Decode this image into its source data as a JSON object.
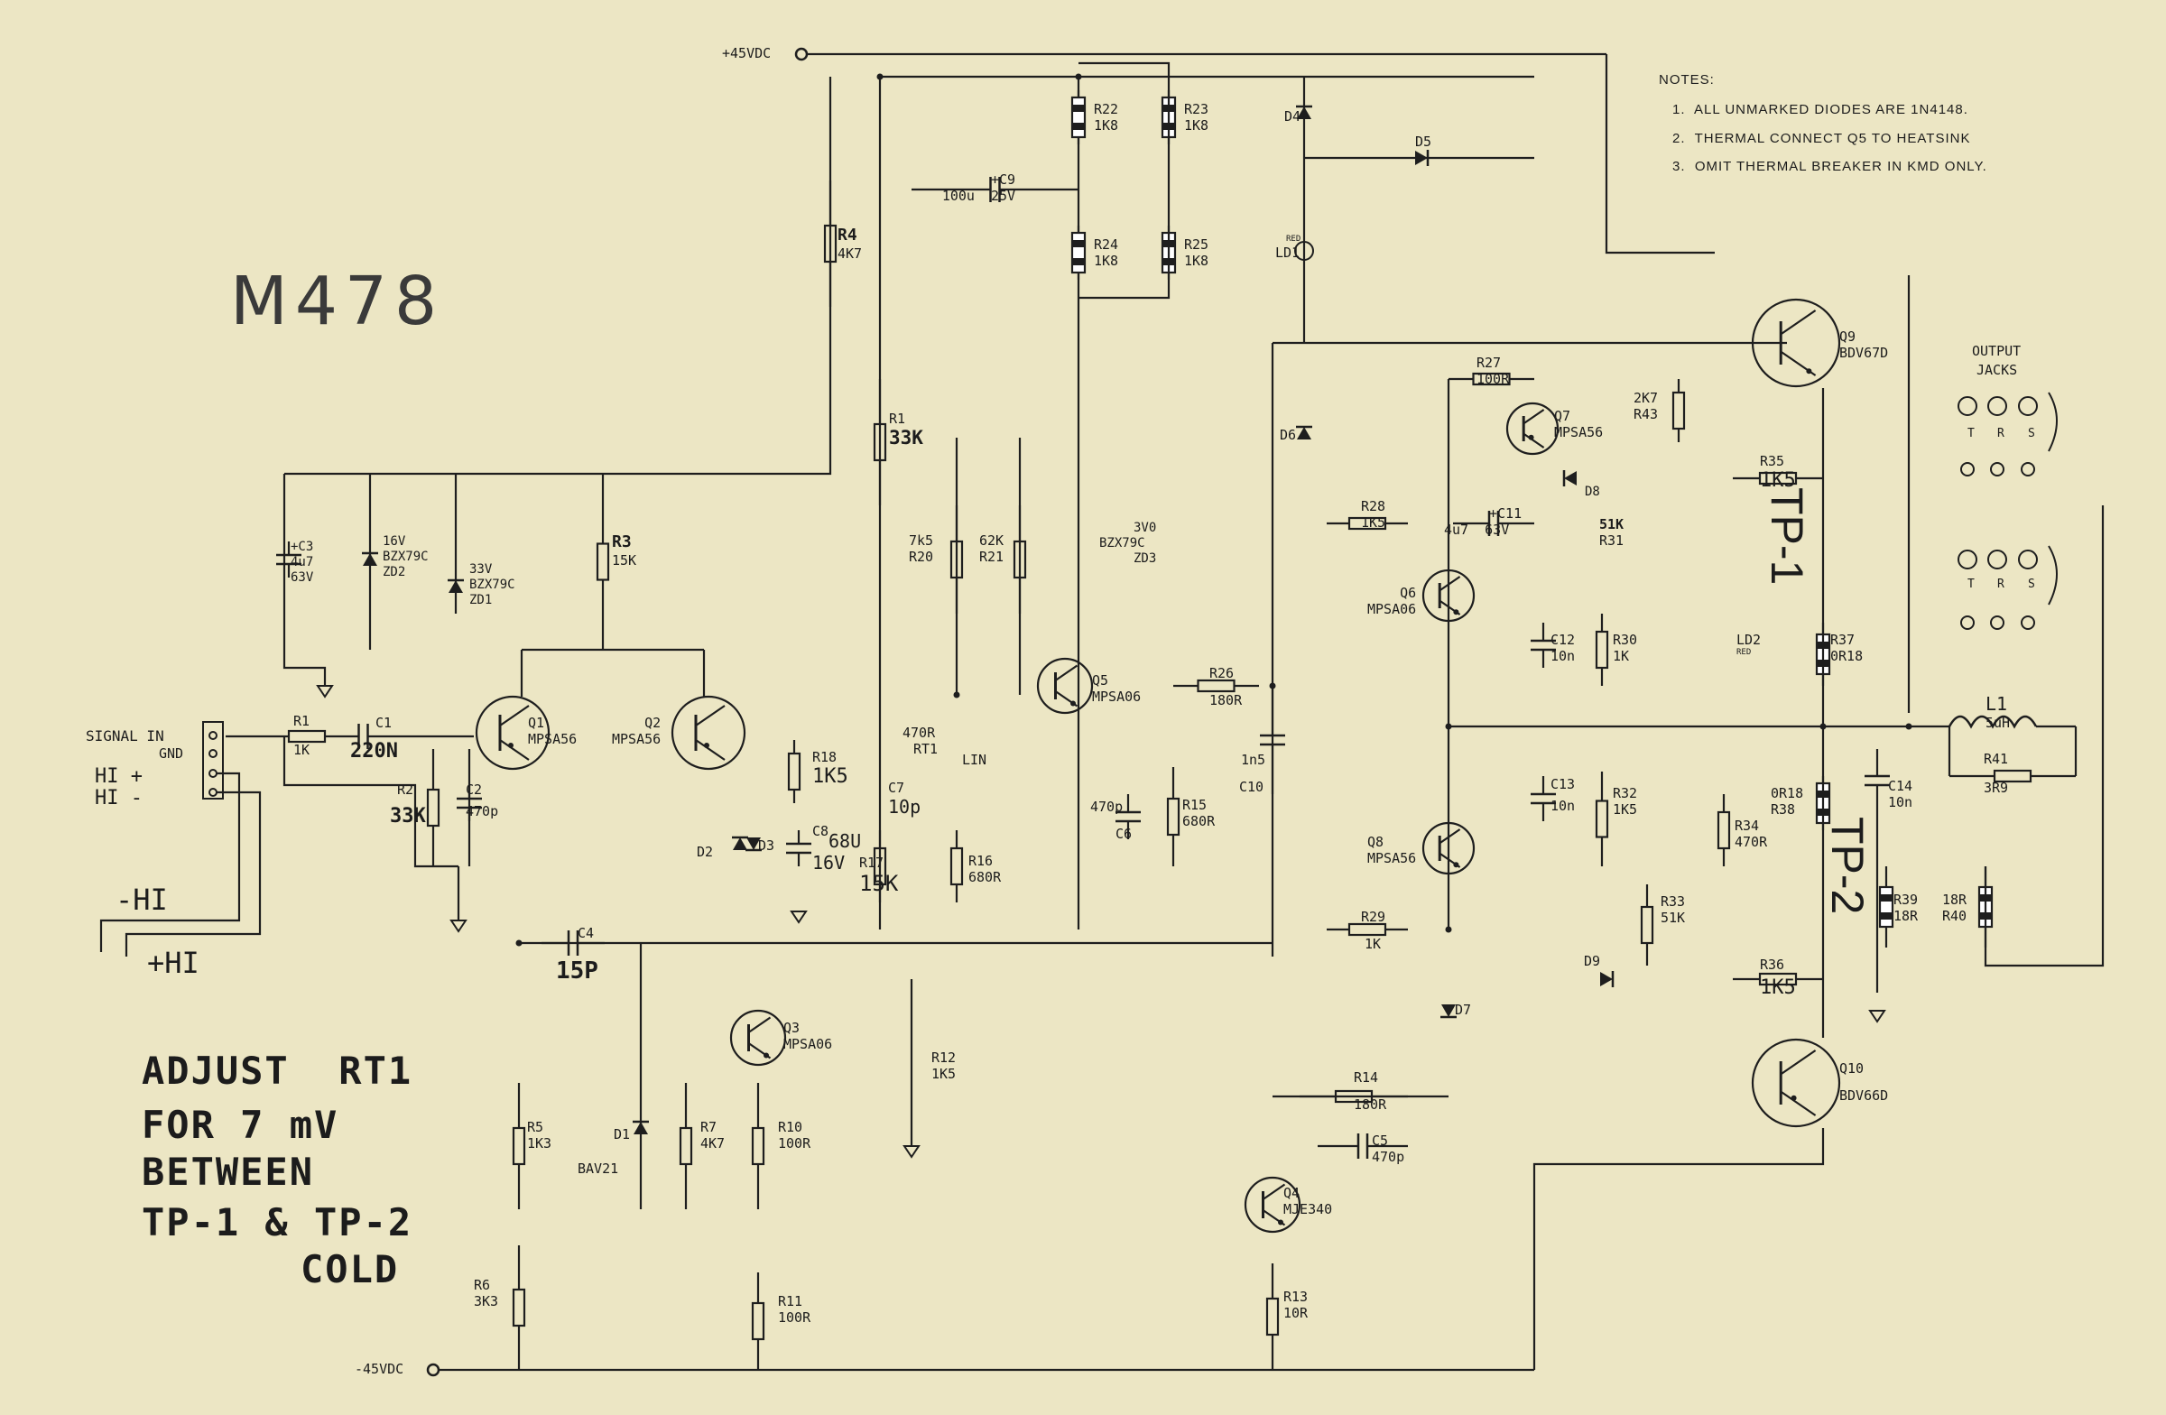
{
  "title": "M478",
  "rails": {
    "positive": "+45VDC",
    "negative": "-45VDC"
  },
  "notes": {
    "heading": "NOTES:",
    "items": [
      "1.  ALL UNMARKED DIODES ARE 1N4148.",
      "2.  THERMAL CONNECT Q5 TO HEATSINK",
      "3.  OMIT THERMAL BREAKER IN KMD ONLY."
    ]
  },
  "input": {
    "label": "SIGNAL IN",
    "gnd": "GND",
    "hi_plus": "HI +",
    "hi_minus": "HI -",
    "wire_minus": "-HI",
    "wire_plus": "+HI"
  },
  "output": {
    "label_line1": "OUTPUT",
    "label_line2": "JACKS",
    "pins": [
      "T",
      "R",
      "S"
    ]
  },
  "adjust_note": {
    "lines": [
      "ADJUST  RT1",
      "FOR 7 mV",
      "BETWEEN",
      "TP-1 & TP-2",
      "COLD"
    ]
  },
  "test_points": {
    "tp1": "TP-1",
    "tp2": "TP-2"
  },
  "components": [
    {
      "id": "lbl-r22",
      "lines": [
        "R22",
        "1K8"
      ]
    },
    {
      "id": "lbl-r23",
      "lines": [
        "R23",
        "1K8"
      ]
    },
    {
      "id": "lbl-r24",
      "lines": [
        "R24",
        "1K8"
      ]
    },
    {
      "id": "lbl-r25",
      "lines": [
        "R25",
        "1K8"
      ]
    },
    {
      "id": "lbl-c9",
      "lines": [
        "+C9",
        "100u  25V"
      ]
    },
    {
      "id": "lbl-d4",
      "lines": [
        "D4"
      ]
    },
    {
      "id": "lbl-d5",
      "lines": [
        "D5"
      ]
    },
    {
      "id": "lbl-ld1",
      "lines": [
        "RED",
        "LD1"
      ]
    },
    {
      "id": "lbl-d6",
      "lines": [
        "D6"
      ]
    },
    {
      "id": "lbl-r4",
      "lines": [
        "R4",
        "4K7"
      ]
    },
    {
      "id": "lbl-r1",
      "lines": [
        "R1",
        "33K"
      ]
    },
    {
      "id": "lbl-c3",
      "lines": [
        "+C3",
        "4u7",
        "63V"
      ]
    },
    {
      "id": "lbl-zd2",
      "lines": [
        "16V",
        "BZX79C",
        "ZD2"
      ]
    },
    {
      "id": "lbl-zd1",
      "lines": [
        "33V",
        "BZX79C",
        "ZD1"
      ]
    },
    {
      "id": "lbl-r3",
      "lines": [
        "R3",
        "15K"
      ]
    },
    {
      "id": "lbl-r20",
      "lines": [
        "7k5",
        "R20"
      ]
    },
    {
      "id": "lbl-r21",
      "lines": [
        "62K",
        "R21"
      ]
    },
    {
      "id": "lbl-zd3",
      "lines": [
        "3V0",
        "BZX79C",
        "ZD3"
      ]
    },
    {
      "id": "lbl-r27",
      "lines": [
        "R27",
        "100R"
      ]
    },
    {
      "id": "lbl-q7",
      "lines": [
        "Q7",
        "MPSA56"
      ]
    },
    {
      "id": "lbl-r43",
      "lines": [
        "2K7",
        "R43"
      ]
    },
    {
      "id": "lbl-q9",
      "lines": [
        "Q9",
        "BDV67D"
      ]
    },
    {
      "id": "lbl-r35",
      "lines": [
        "R35",
        "1K5"
      ]
    },
    {
      "id": "lbl-d8",
      "lines": [
        "D8"
      ]
    },
    {
      "id": "lbl-r28",
      "lines": [
        "R28",
        "1K5"
      ]
    },
    {
      "id": "lbl-c11",
      "lines": [
        "+C11",
        "4u7  63V"
      ]
    },
    {
      "id": "lbl-r31",
      "lines": [
        "51K",
        "R31"
      ]
    },
    {
      "id": "lbl-q6",
      "lines": [
        "Q6",
        "MPSA06"
      ]
    },
    {
      "id": "lbl-c12",
      "lines": [
        "C12",
        "10n"
      ]
    },
    {
      "id": "lbl-r30",
      "lines": [
        "R30",
        "1K"
      ]
    },
    {
      "id": "lbl-ld2",
      "lines": [
        "LD2",
        "RED"
      ]
    },
    {
      "id": "lbl-r37",
      "lines": [
        "R37",
        "0R18"
      ]
    },
    {
      "id": "lbl-l1",
      "lines": [
        "L1",
        "5uH"
      ]
    },
    {
      "id": "lbl-r41",
      "lines": [
        "R41",
        "3R9"
      ]
    },
    {
      "id": "lbl-c14",
      "lines": [
        "C14",
        "10n"
      ]
    },
    {
      "id": "lbl-r38",
      "lines": [
        "0R18",
        "R38"
      ]
    },
    {
      "id": "lbl-r39",
      "lines": [
        "R39",
        "18R"
      ]
    },
    {
      "id": "lbl-r40",
      "lines": [
        "18R",
        "R40"
      ]
    },
    {
      "id": "lbl-q5",
      "lines": [
        "Q5",
        "MPSA06"
      ]
    },
    {
      "id": "lbl-r26",
      "lines": [
        "R26",
        "180R"
      ]
    },
    {
      "id": "lbl-c10",
      "lines": [
        "1n5",
        "C10"
      ]
    },
    {
      "id": "lbl-r15",
      "lines": [
        "R15",
        "680R"
      ]
    },
    {
      "id": "lbl-c6",
      "lines": [
        "470p",
        "C6"
      ]
    },
    {
      "id": "lbl-rt1",
      "lines": [
        "470R",
        "RT1"
      ]
    },
    {
      "id": "lbl-lin",
      "lines": [
        "LIN"
      ]
    },
    {
      "id": "lbl-r16",
      "lines": [
        "R16",
        "680R"
      ]
    },
    {
      "id": "lbl-c13",
      "lines": [
        "C13",
        "10n"
      ]
    },
    {
      "id": "lbl-r32",
      "lines": [
        "R32",
        "1K5"
      ]
    },
    {
      "id": "lbl-q8",
      "lines": [
        "Q8",
        "MPSA56"
      ]
    },
    {
      "id": "lbl-r34",
      "lines": [
        "R34",
        "470R"
      ]
    },
    {
      "id": "lbl-r33",
      "lines": [
        "R33",
        "51K"
      ]
    },
    {
      "id": "lbl-r29",
      "lines": [
        "R29",
        "1K"
      ]
    },
    {
      "id": "lbl-d9",
      "lines": [
        "D9"
      ]
    },
    {
      "id": "lbl-r36",
      "lines": [
        "R36",
        "1K5"
      ]
    },
    {
      "id": "lbl-d7",
      "lines": [
        "D7"
      ]
    },
    {
      "id": "lbl-q10",
      "lines": [
        "Q10",
        "BDV66D"
      ]
    },
    {
      "id": "lbl-r14",
      "lines": [
        "R14",
        "180R"
      ]
    },
    {
      "id": "lbl-c5",
      "lines": [
        "C5",
        "470p"
      ]
    },
    {
      "id": "lbl-q4",
      "lines": [
        "Q4",
        "MJE340"
      ]
    },
    {
      "id": "lbl-r13",
      "lines": [
        "R13",
        "10R"
      ]
    },
    {
      "id": "lbl-r1in",
      "lines": [
        "R1",
        "1K"
      ]
    },
    {
      "id": "lbl-c1",
      "lines": [
        "C1",
        "220N"
      ]
    },
    {
      "id": "lbl-q1",
      "lines": [
        "Q1",
        "MPSA56"
      ]
    },
    {
      "id": "lbl-q2",
      "lines": [
        "Q2",
        "MPSA56"
      ]
    },
    {
      "id": "lbl-r2",
      "lines": [
        "R2",
        "33K"
      ]
    },
    {
      "id": "lbl-c2",
      "lines": [
        "C2",
        "470p"
      ]
    },
    {
      "id": "lbl-r18",
      "lines": [
        "R18",
        "1K5"
      ]
    },
    {
      "id": "lbl-c7",
      "lines": [
        "C7",
        "10p"
      ]
    },
    {
      "id": "lbl-d2",
      "lines": [
        "D2"
      ]
    },
    {
      "id": "lbl-d3",
      "lines": [
        "D3"
      ]
    },
    {
      "id": "lbl-c8",
      "lines": [
        "C8",
        "16V",
        "68U"
      ]
    },
    {
      "id": "lbl-r17",
      "lines": [
        "R17",
        "15K"
      ]
    },
    {
      "id": "lbl-c4",
      "lines": [
        "C4",
        "15P"
      ]
    },
    {
      "id": "lbl-q3",
      "lines": [
        "Q3",
        "MPSA06"
      ]
    },
    {
      "id": "lbl-r12",
      "lines": [
        "R12",
        "1K5"
      ]
    },
    {
      "id": "lbl-r5",
      "lines": [
        "R5",
        "1K3"
      ]
    },
    {
      "id": "lbl-d1",
      "lines": [
        "D1",
        "BAV21"
      ]
    },
    {
      "id": "lbl-r7",
      "lines": [
        "R7",
        "4K7"
      ]
    },
    {
      "id": "lbl-r10",
      "lines": [
        "R10",
        "100R"
      ]
    },
    {
      "id": "lbl-r11",
      "lines": [
        "R11",
        "100R"
      ]
    },
    {
      "id": "lbl-r6",
      "lines": [
        "R6",
        "3K3"
      ]
    }
  ]
}
